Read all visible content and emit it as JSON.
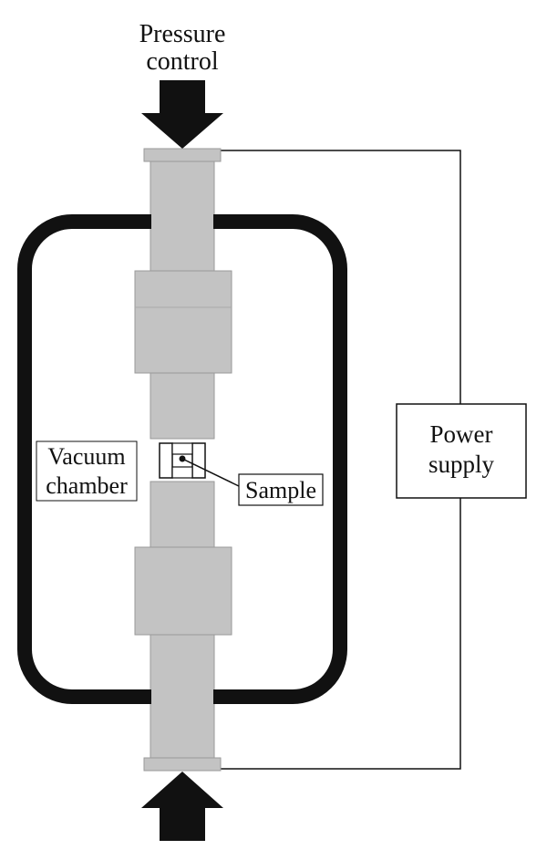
{
  "labels": {
    "pressure_line1": "Pressure",
    "pressure_line2": "control",
    "vacuum_line1": "Vacuum",
    "vacuum_line2": "chamber",
    "sample": "Sample",
    "power_line1": "Power",
    "power_line2": "supply"
  },
  "colors": {
    "background": "#ffffff",
    "chamber_wall": "#111111",
    "electrode_fill": "#c3c3c3",
    "electrode_stroke": "#9a9a9a",
    "arrow": "#111111",
    "wire": "#111111"
  }
}
